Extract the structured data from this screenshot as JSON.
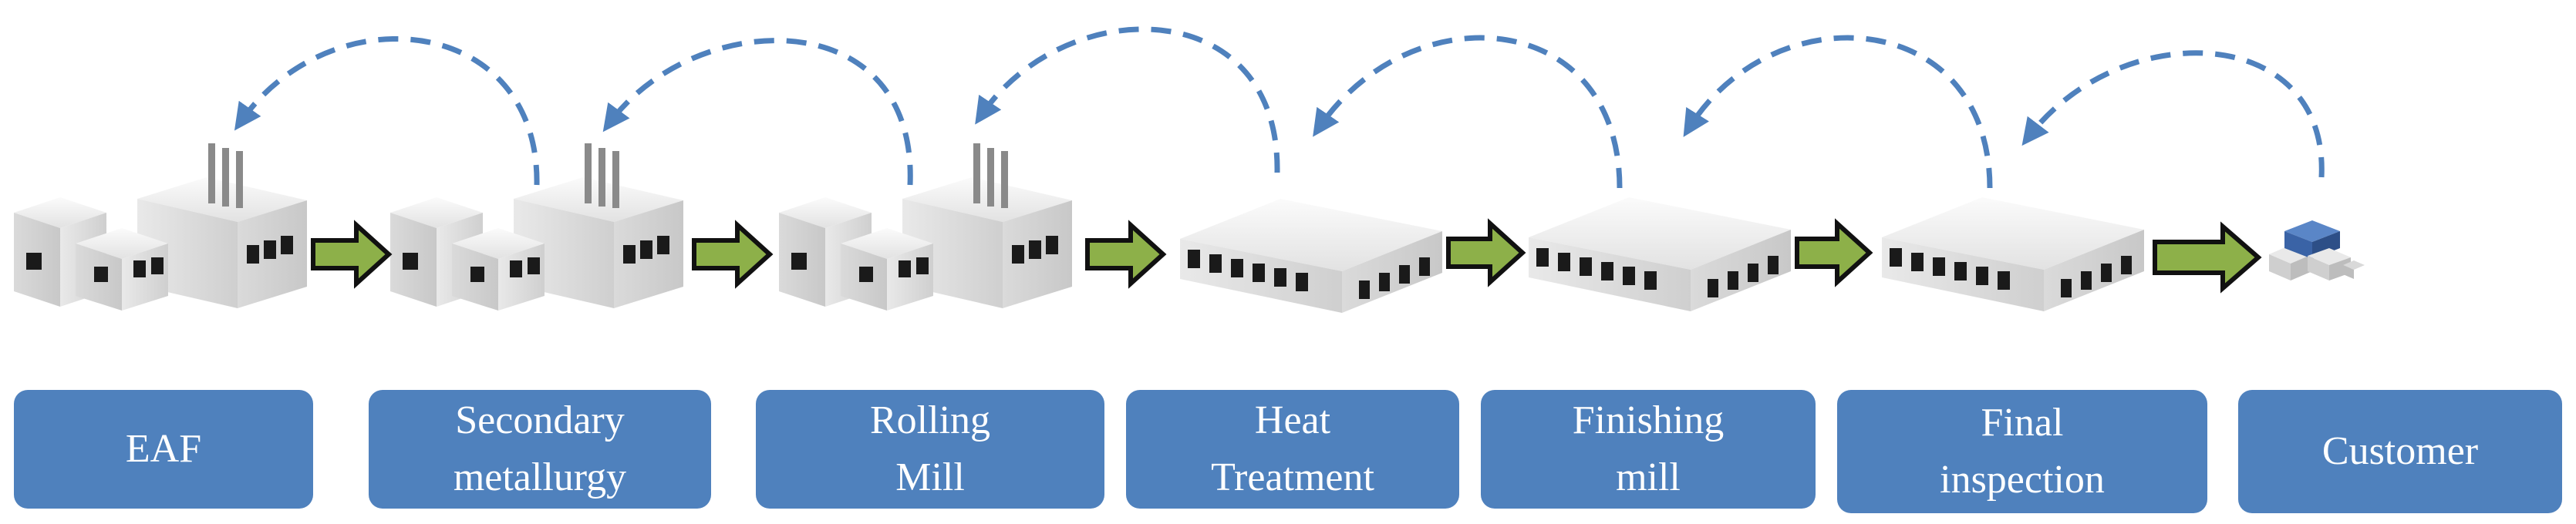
{
  "stages": [
    {
      "label": "EAF",
      "icon": "factory-icon"
    },
    {
      "label": "Secondary\nmetallurgy",
      "icon": "factory-icon"
    },
    {
      "label": "Rolling\nMill",
      "icon": "factory-icon"
    },
    {
      "label": "Heat\nTreatment",
      "icon": "flat-building-icon"
    },
    {
      "label": "Finishing\nmill",
      "icon": "flat-building-icon"
    },
    {
      "label": "Final\ninspection",
      "icon": "flat-building-icon"
    },
    {
      "label": "Customer",
      "icon": "customer-boxes-icon"
    }
  ],
  "colors": {
    "box_fill": "#4f81bd",
    "box_text": "#ffffff",
    "forward_arrow_fill": "#8db049",
    "feedback_arrow": "#4f81bd"
  }
}
